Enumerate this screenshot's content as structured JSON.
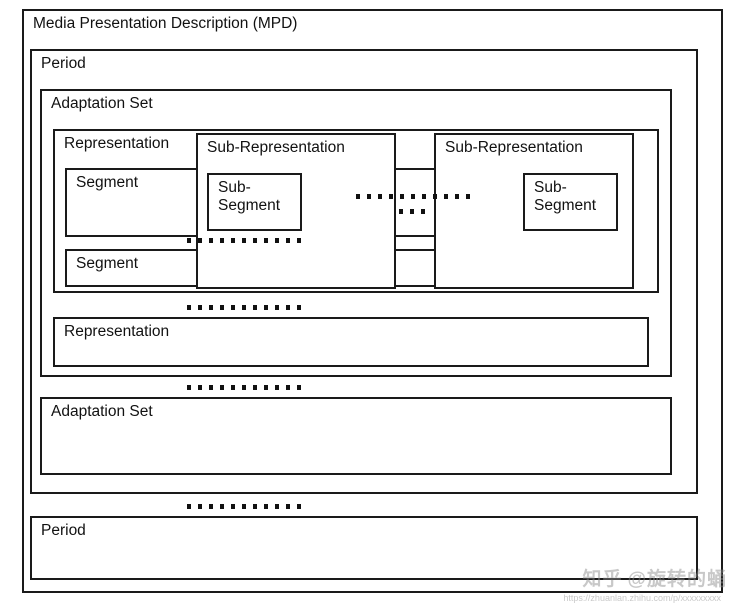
{
  "diagram": {
    "title": "Media Presentation Description (MPD)",
    "nodes": {
      "mpd": "Media Presentation Description (MPD)",
      "period_1": "Period",
      "adaptation_set_1": "Adaptation Set",
      "representation_1": "Representation",
      "segment_1": "Segment",
      "segment_2": "Segment",
      "sub_representation_1": "Sub-Representation",
      "sub_representation_2": "Sub-Representation",
      "sub_segment_1": "Sub-\nSegment",
      "sub_segment_1_line1": "Sub-",
      "sub_segment_1_line2": "Segment",
      "sub_segment_2_line1": "Sub-",
      "sub_segment_2_line2": "Segment",
      "representation_2": "Representation",
      "adaptation_set_2": "Adaptation Set",
      "period_2": "Period"
    },
    "ellipses": [
      {
        "name": "ellipsis-sub-representation-gap"
      },
      {
        "name": "ellipsis-sub-representation-gap-short"
      },
      {
        "name": "ellipsis-between-segments"
      },
      {
        "name": "ellipsis-between-representations"
      },
      {
        "name": "ellipsis-between-adaptation-sets"
      },
      {
        "name": "ellipsis-between-periods"
      }
    ],
    "colors": {
      "stroke": "#1a1a1a",
      "text": "#111111",
      "background": "#ffffff",
      "watermark": "#8d8d8d"
    }
  },
  "watermark": {
    "site": "知乎",
    "handle": "@旋转的蛹",
    "url": "https://zhuanlan.zhihu.com/p/xxxxxxxxx"
  }
}
